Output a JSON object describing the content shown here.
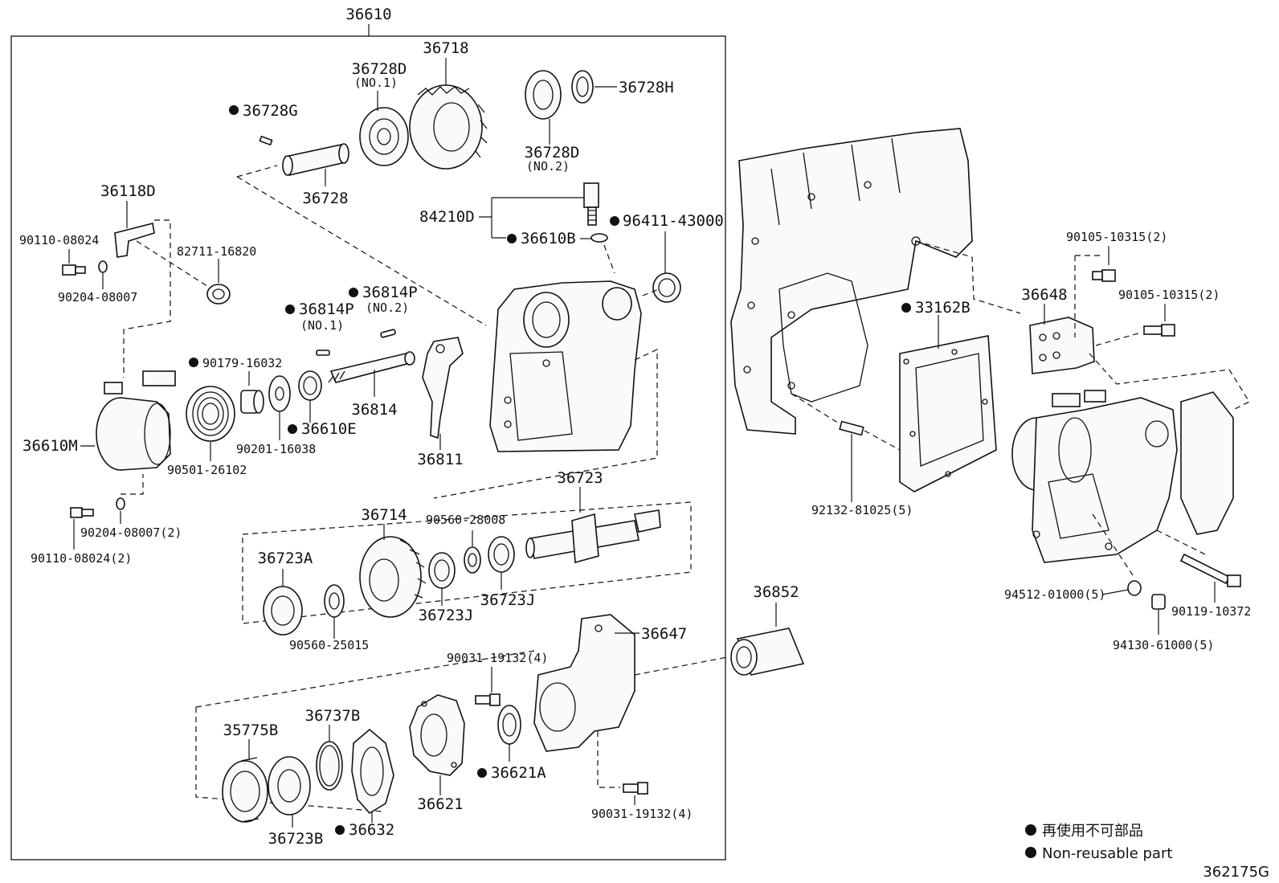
{
  "diagram": {
    "code": "362175G",
    "assembly": "36610"
  },
  "labels": {
    "p36610": "36610",
    "p36718": "36718",
    "p36728D_1": "36728D",
    "no1_a": "(NO.1)",
    "p36728H": "36728H",
    "p36728G": "36728G",
    "p36728": "36728",
    "p36728D_2": "36728D",
    "no2_a": "(NO.2)",
    "p36118D": "36118D",
    "p90110_08024": "90110-08024",
    "p82711_16820": "82711-16820",
    "p90204_08007": "90204-08007",
    "p84210D": "84210D",
    "p96411_43000": "96411-43000",
    "p36610B": "36610B",
    "p36814P_2": "36814P",
    "no2_b": "(NO.2)",
    "p36814P_1": "36814P",
    "no1_b": "(NO.1)",
    "p90179_16032": "90179-16032",
    "p36814": "36814",
    "p36610E": "36610E",
    "p90201_16038": "90201-16038",
    "p36610M": "36610M",
    "p90501_26102": "90501-26102",
    "p36811": "36811",
    "p90204_08007_2": "90204-08007(2)",
    "p90110_08024_2": "90110-08024(2)",
    "p36723": "36723",
    "p36714": "36714",
    "p90560_28008": "90560-28008",
    "p36723A": "36723A",
    "p36723J_1": "36723J",
    "p36723J_2": "36723J",
    "p90560_25015": "90560-25015",
    "p36852": "36852",
    "p36647": "36647",
    "p90031_19132_a": "90031-19132(4)",
    "p90031_19132_b": "90031-19132(4)",
    "p35775B": "35775B",
    "p36737B": "36737B",
    "p36621A": "36621A",
    "p36621": "36621",
    "p36723B": "36723B",
    "p36632": "36632",
    "p33162B": "33162B",
    "p36648": "36648",
    "p90105_10315_a": "90105-10315(2)",
    "p90105_10315_b": "90105-10315(2)",
    "p92132_81025": "92132-81025(5)",
    "p94512_01000": "94512-01000(5)",
    "p90119_10372": "90119-10372",
    "p94130_61000": "94130-61000(5)"
  },
  "legend": {
    "line_jp": "再使用不可部品",
    "line_en": "Non-reusable part"
  }
}
